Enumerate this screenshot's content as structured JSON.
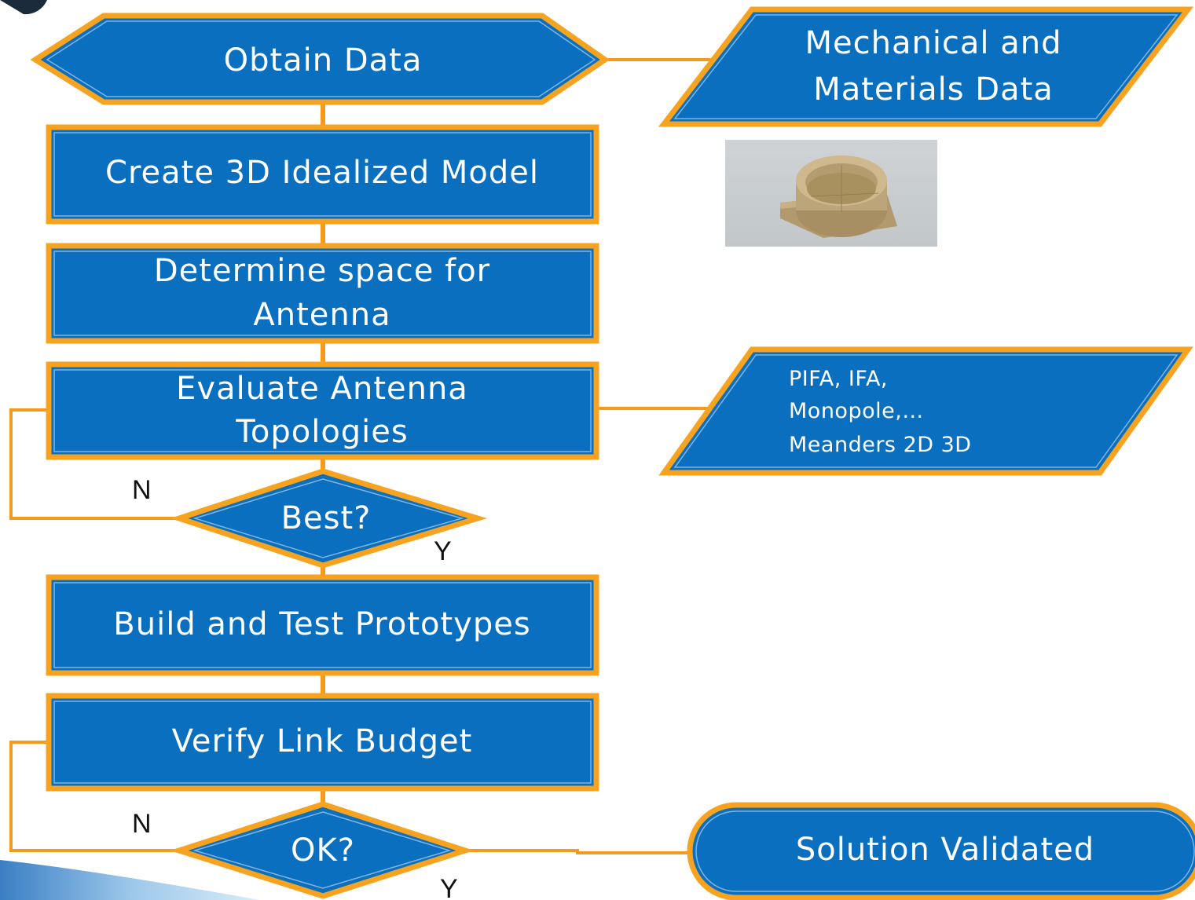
{
  "nodes": {
    "obtain_data": "Obtain Data",
    "mech_data": [
      "Mechanical and",
      "Materials Data"
    ],
    "create_model": "Create 3D Idealized Model",
    "determine_space": [
      "Determine space for",
      "Antenna"
    ],
    "evaluate_topologies": [
      "Evaluate Antenna",
      "Topologies"
    ],
    "topology_list": [
      "PIFA, IFA,",
      "Monopole,…",
      "Meanders 2D 3D"
    ],
    "best": "Best?",
    "build_test": "Build and Test Prototypes",
    "verify_link": "Verify Link Budget",
    "ok": "OK?",
    "solution": "Solution Validated"
  },
  "branch_labels": {
    "best_no": "N",
    "best_yes": "Y",
    "ok_no": "N",
    "ok_yes": "Y"
  },
  "colors": {
    "fill": "#0a6fbf",
    "border": "#f7a320",
    "text": "#ffffff"
  },
  "thumbnail": {
    "type": "3d-model-render",
    "icon": "cylindrical-housing-render"
  }
}
